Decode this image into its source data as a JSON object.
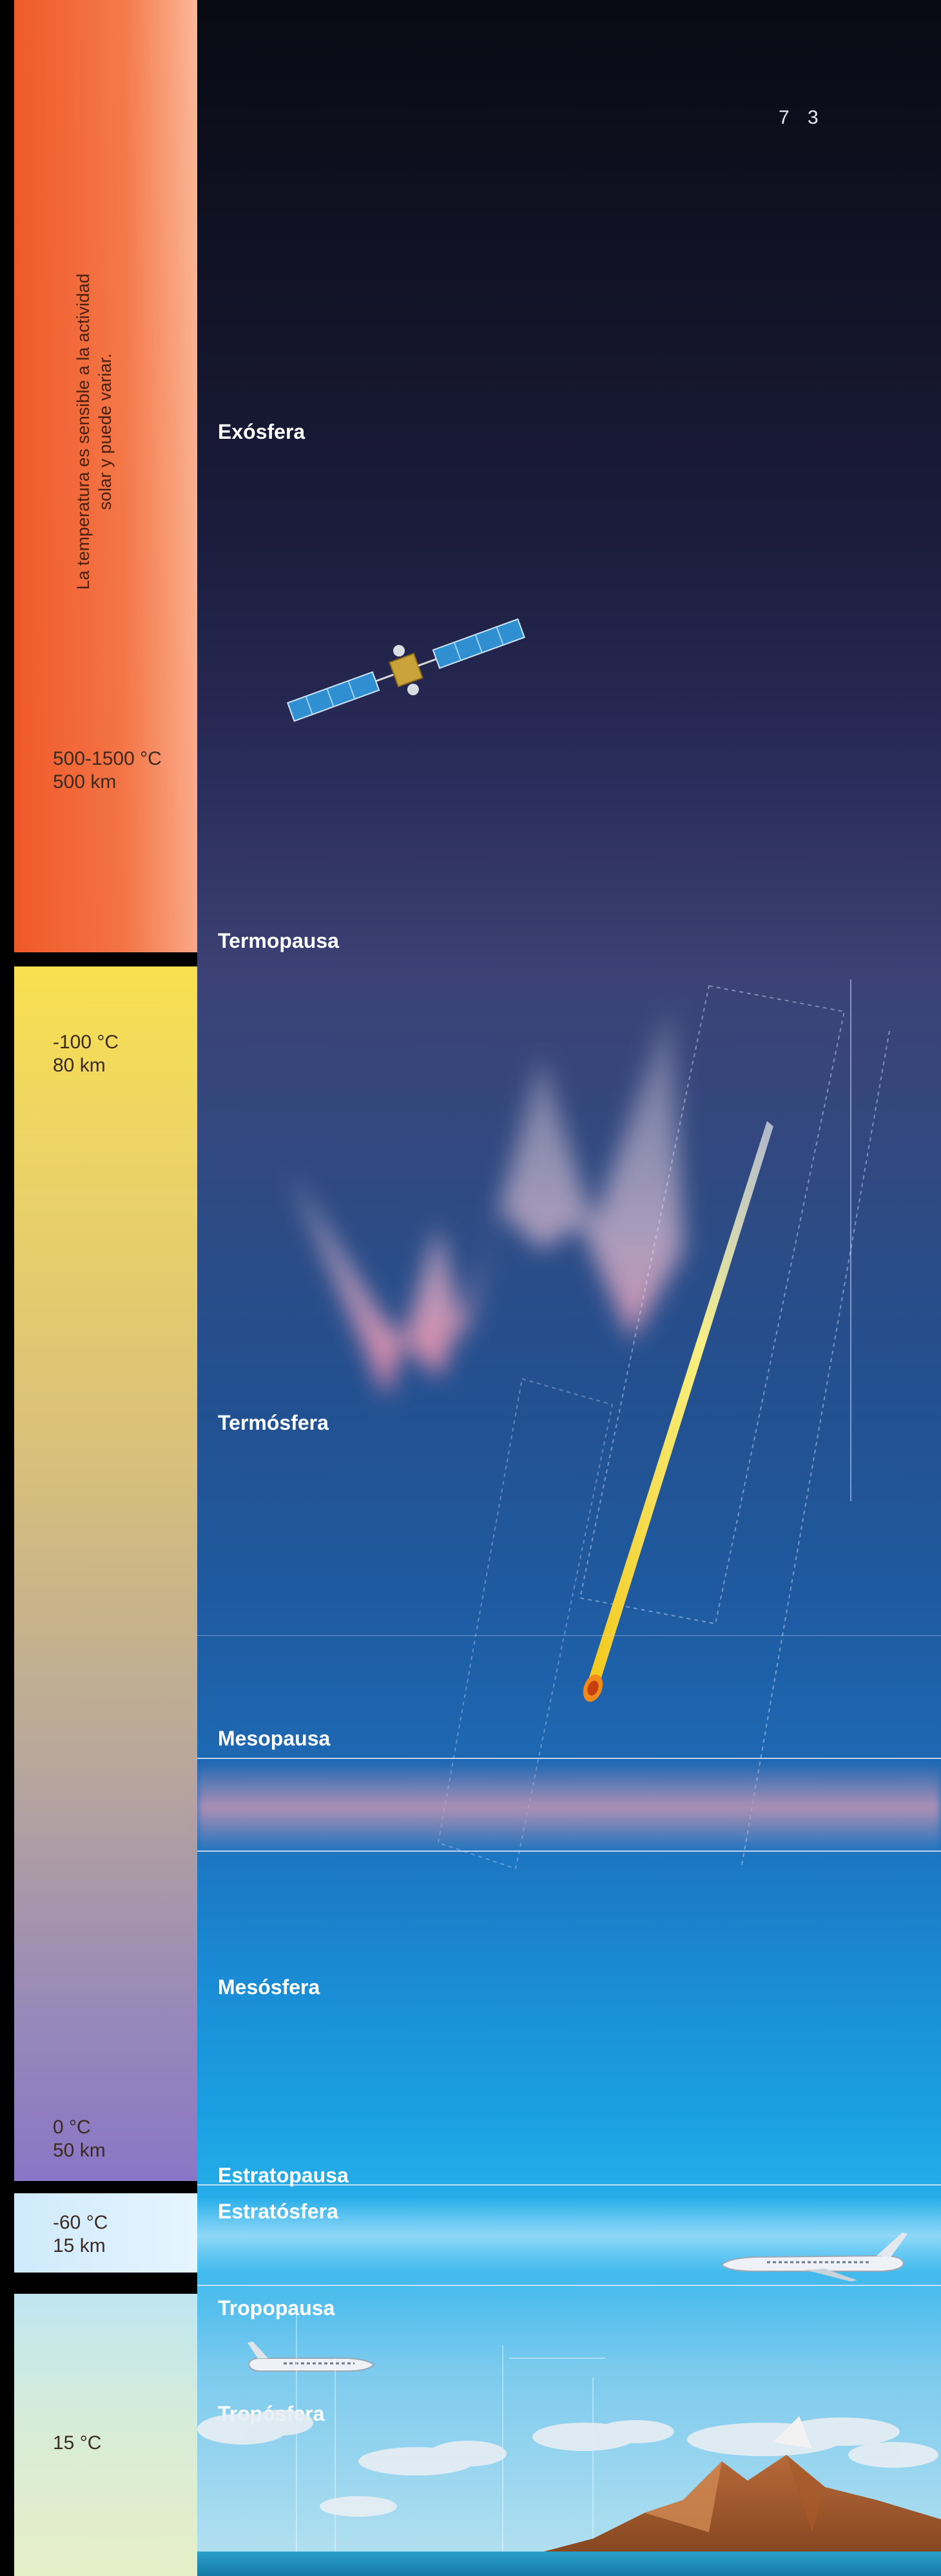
{
  "page_number": "7 3",
  "temperature_note": {
    "line1": "La temperatura es sensible a la actividad",
    "line2": "solar y puede variar."
  },
  "temperature_labels": [
    {
      "temp": "500-1500 °C",
      "alt": "500 km"
    },
    {
      "temp": "-100 °C",
      "alt": "80 km"
    },
    {
      "temp": "0 °C",
      "alt": "50 km"
    },
    {
      "temp": "-60 °C",
      "alt": "15 km"
    },
    {
      "temp": "15 °C",
      "alt": ""
    }
  ],
  "layers": {
    "exosphere": "Exósfera",
    "thermopause": "Termopausa",
    "thermosphere": "Termósfera",
    "mesopause": "Mesopausa",
    "mesosphere": "Mesósfera",
    "stratopause": "Estratopausa",
    "stratosphere": "Estratósfera",
    "tropopause": "Tropopausa",
    "troposphere": "Tropósfera"
  },
  "colors": {
    "exosphere_band": "#f05a2a",
    "mid_band_top": "#f8e050",
    "mid_band_bottom": "#8a76c6",
    "sky_top": "#0a0a14",
    "sky_bottom": "#b8e2f0"
  },
  "icons": [
    "satellite-icon",
    "aurora-illustration",
    "meteor-icon",
    "airplane-icon",
    "mountain-icon",
    "cloud-icon"
  ]
}
